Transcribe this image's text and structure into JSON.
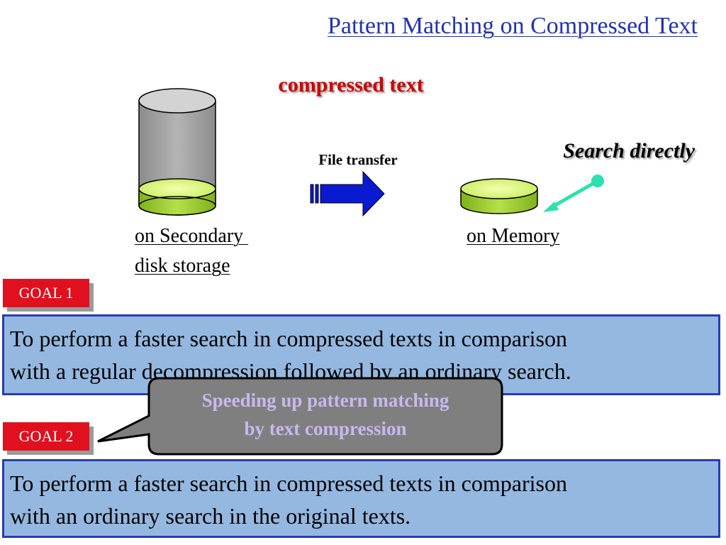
{
  "title": "Pattern Matching on Compressed Text",
  "compressed_label": "compressed text",
  "transfer_label": "File transfer",
  "search_label": "Search directly",
  "secondary_label_line1": "on Secondary ",
  "secondary_label_line2": "disk storage",
  "memory_label": "on Memory",
  "goal1": {
    "badge": "GOAL 1",
    "line1": "To perform a faster search in compressed texts in comparison",
    "line2": "with a regular decompression followed by an ordinary search."
  },
  "goal2": {
    "badge": "GOAL 2",
    "line1": "To perform a faster search in compressed texts in comparison",
    "line2": "with an ordinary search in the original texts."
  },
  "callout": {
    "line1": "Speeding up pattern matching",
    "line2": "by text compression"
  },
  "colors": {
    "title": "#2233aa",
    "compressed": "#cc0000",
    "goal_badge": "#e0101e",
    "goal_box": "#94b8e0",
    "goal_border": "#2b3bb0",
    "arrow": "#0a1ad0",
    "pointer": "#2ce0b0",
    "callout_fill": "#7f7f7f",
    "callout_text": "#c9b8f0"
  }
}
